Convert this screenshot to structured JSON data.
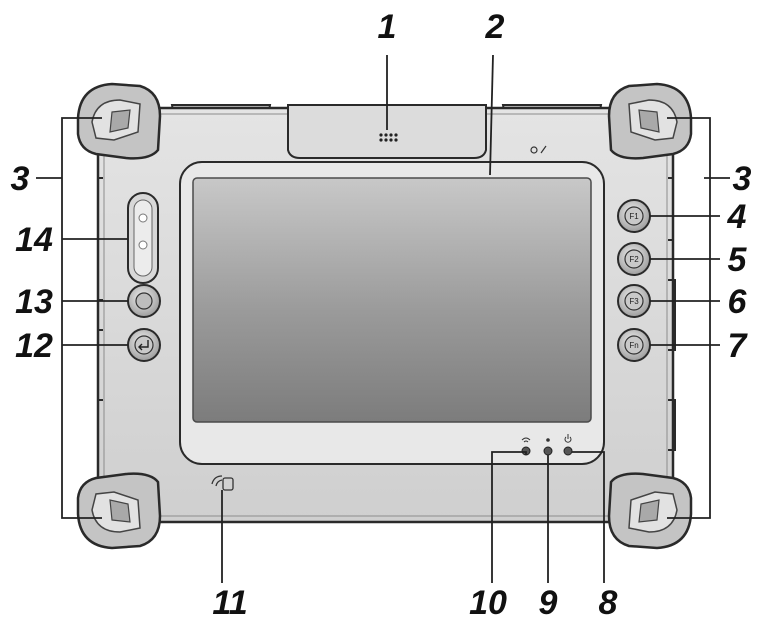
{
  "device": {
    "callouts": {
      "c1": "1",
      "c2": "2",
      "c3_left": "3",
      "c3_right": "3",
      "c4": "4",
      "c5": "5",
      "c6": "6",
      "c7": "7",
      "c8": "8",
      "c9": "9",
      "c10": "10",
      "c11": "11",
      "c12": "12",
      "c13": "13",
      "c14": "14"
    },
    "button_glyphs": {
      "f1": "F1",
      "f2": "F2",
      "f3": "F3",
      "fn": "Fn"
    },
    "icons": [
      "wifi-icon",
      "led-icon",
      "power-icon",
      "nfc-icon",
      "camera-icon",
      "enter-icon",
      "home-icon",
      "microphone-icon"
    ],
    "colors": {
      "body": "#d9d9d9",
      "body_edge": "#2a2a2a",
      "bumper": "#b8b8b8",
      "screen": "#8a8a8a",
      "bezel": "#e6e6e6"
    }
  }
}
